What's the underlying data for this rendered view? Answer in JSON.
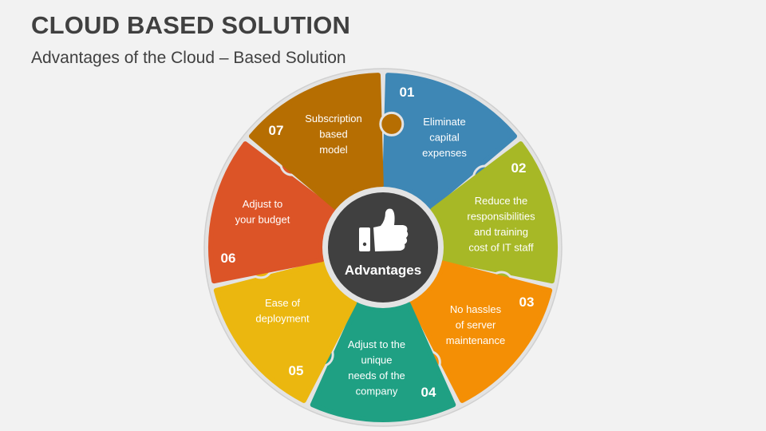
{
  "header": {
    "title": "CLOUD BASED SOLUTION",
    "subtitle": "Advantages of the Cloud – Based Solution"
  },
  "center": {
    "label": "Advantages",
    "icon": "thumbs-up-icon",
    "color": "#404040"
  },
  "segments": [
    {
      "number": "01",
      "lines": [
        "Eliminate",
        "capital",
        "expenses"
      ],
      "color": "#3e87b5"
    },
    {
      "number": "02",
      "lines": [
        "Reduce the",
        "responsibilities",
        "and training",
        "cost of IT staff"
      ],
      "color": "#a7b826"
    },
    {
      "number": "03",
      "lines": [
        "No hassles",
        "of server",
        "maintenance"
      ],
      "color": "#f48f05"
    },
    {
      "number": "04",
      "lines": [
        "Adjust to the",
        "unique",
        "needs of the",
        "company"
      ],
      "color": "#1fa083"
    },
    {
      "number": "05",
      "lines": [
        "Ease of",
        "deployment"
      ],
      "color": "#ebb70f"
    },
    {
      "number": "06",
      "lines": [
        "Adjust to",
        "your budget"
      ],
      "color": "#dc5427"
    },
    {
      "number": "07",
      "lines": [
        "Subscription",
        "based",
        "model"
      ],
      "color": "#b66e02"
    }
  ]
}
